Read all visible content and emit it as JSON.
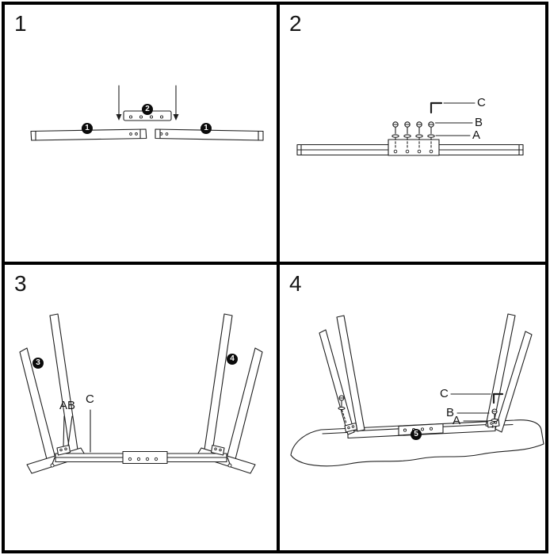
{
  "colors": {
    "ink": "#1f1f1f",
    "paper": "#ffffff",
    "frame": "#000000"
  },
  "panels": {
    "p1": {
      "number": "1",
      "badges": {
        "rail_left": "1",
        "rail_right": "1",
        "connector": "2"
      }
    },
    "p2": {
      "number": "2",
      "labels": {
        "c": "C",
        "b": "B",
        "a": "A"
      }
    },
    "p3": {
      "number": "3",
      "badges": {
        "left_leg": "3",
        "right_leg": "4"
      },
      "labels": {
        "a": "A",
        "b": "B",
        "c": "C"
      }
    },
    "p4": {
      "number": "4",
      "badges": {
        "tabletop": "5"
      },
      "labels": {
        "c": "C",
        "b": "B",
        "a": "A"
      }
    }
  }
}
